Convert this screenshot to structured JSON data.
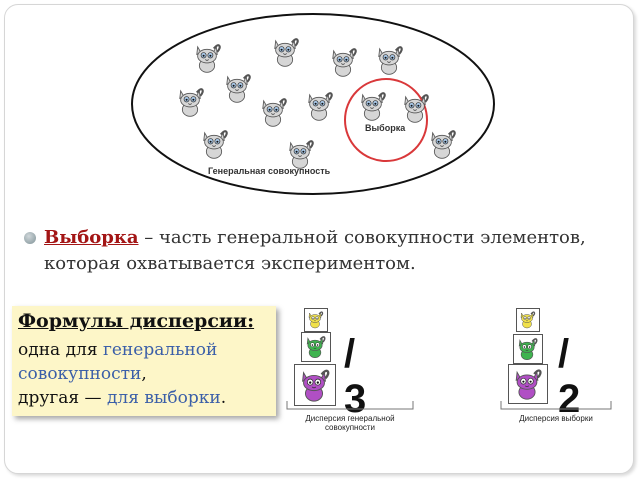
{
  "diagram": {
    "population_label": "Генеральная совокупность",
    "sample_label": "Выборка",
    "colors": {
      "ellipse": "#111111",
      "sample_circle": "#d9383a"
    }
  },
  "definition": {
    "term": "Выборка",
    "dash": " – ",
    "text": "часть генеральной совокупности элементов, которая охватывается экспериментом."
  },
  "formula_box": {
    "title": "Формулы дисперсии:",
    "line1_plain": "одна для ",
    "line1_blue": "генеральной совокупности",
    "line1_end": ",",
    "line2_plain": "другая — ",
    "line2_blue": "для выборки",
    "line2_end": "."
  },
  "population_formula": {
    "divisor": "/ 3",
    "caption": "Дисперсия генеральной совокупности"
  },
  "sample_formula": {
    "divisor": "/ 2",
    "caption": "Дисперсия выборки"
  }
}
